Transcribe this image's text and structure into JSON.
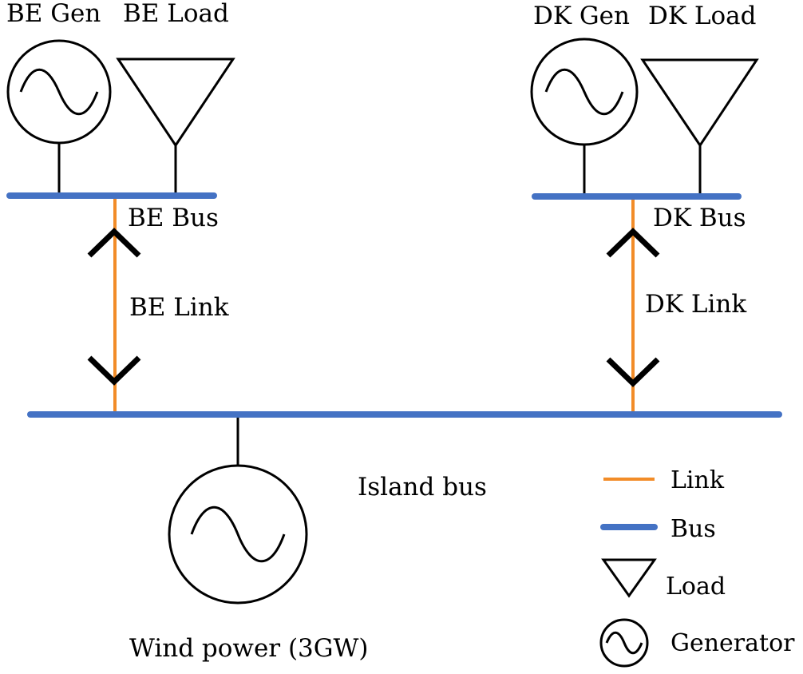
{
  "labels": {
    "be_gen": "BE Gen",
    "be_load": "BE Load",
    "dk_gen": "DK Gen",
    "dk_load": "DK Load",
    "be_bus": "BE Bus",
    "dk_bus": "DK Bus",
    "be_link": "BE Link",
    "dk_link": "DK Link",
    "island_bus": "Island bus",
    "wind_power": "Wind power (3GW)"
  },
  "legend": {
    "link": "Link",
    "bus": "Bus",
    "load": "Load",
    "generator": "Generator"
  },
  "colors": {
    "bus": "#4472c4",
    "link": "#f28c28",
    "symbol": "#000000"
  }
}
